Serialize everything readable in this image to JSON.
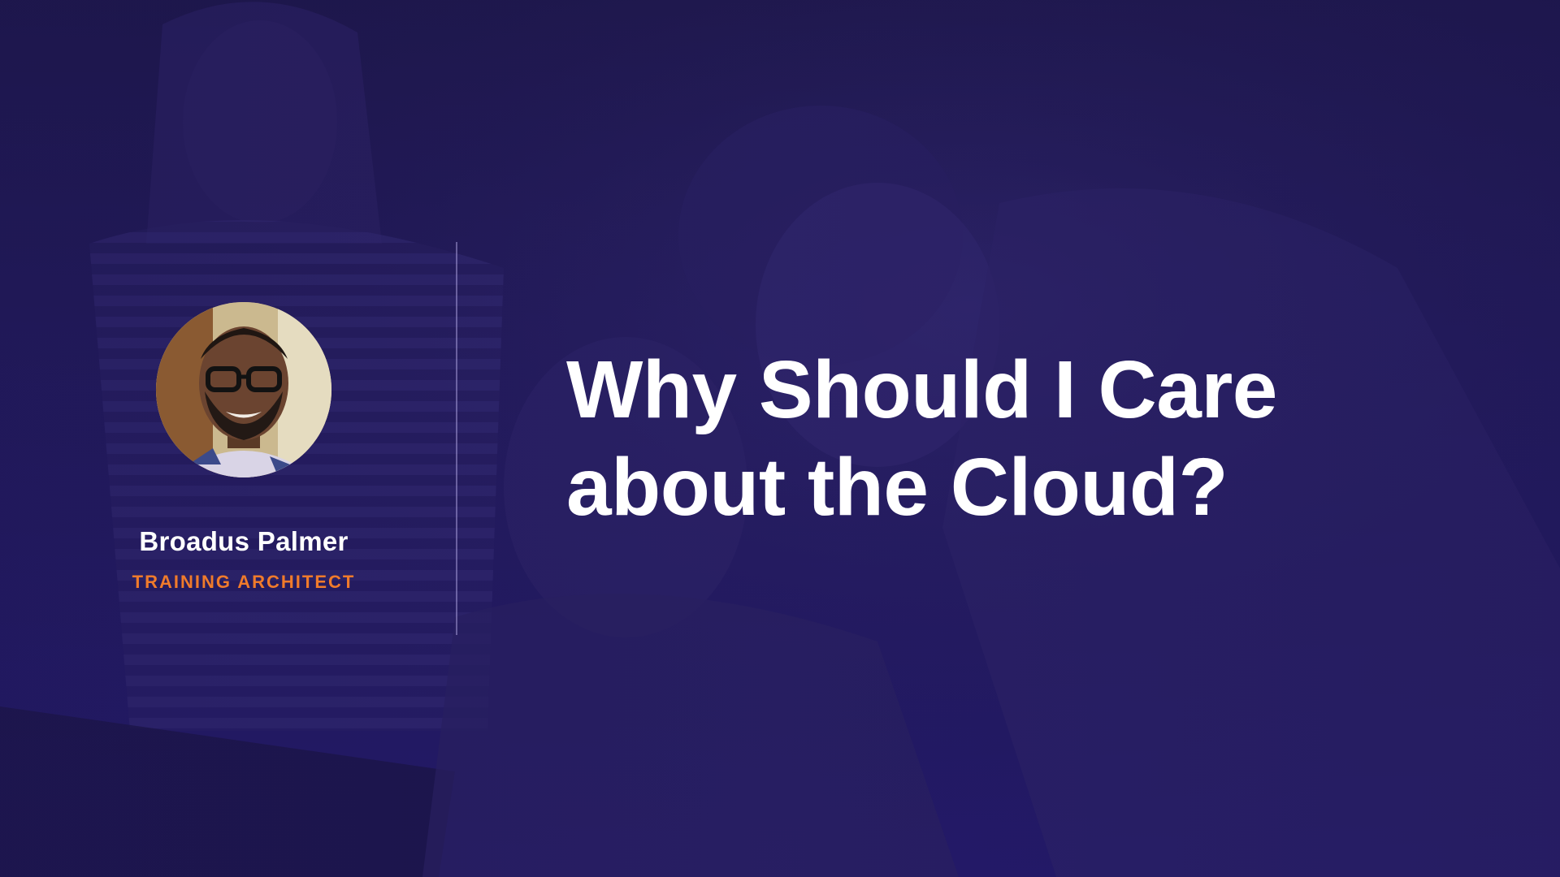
{
  "slide": {
    "title_line_1": "Why Should I Care",
    "title_line_2": "about the Cloud?"
  },
  "speaker": {
    "name": "Broadus Palmer",
    "role": "TRAINING ARCHITECT"
  },
  "colors": {
    "background": "#221a5c",
    "title_text": "#ffffff",
    "role_accent": "#f07b2b",
    "divider": "#bfb4f0"
  },
  "icons": {
    "avatar": "speaker-avatar-photo",
    "background": "team-photo-background"
  }
}
